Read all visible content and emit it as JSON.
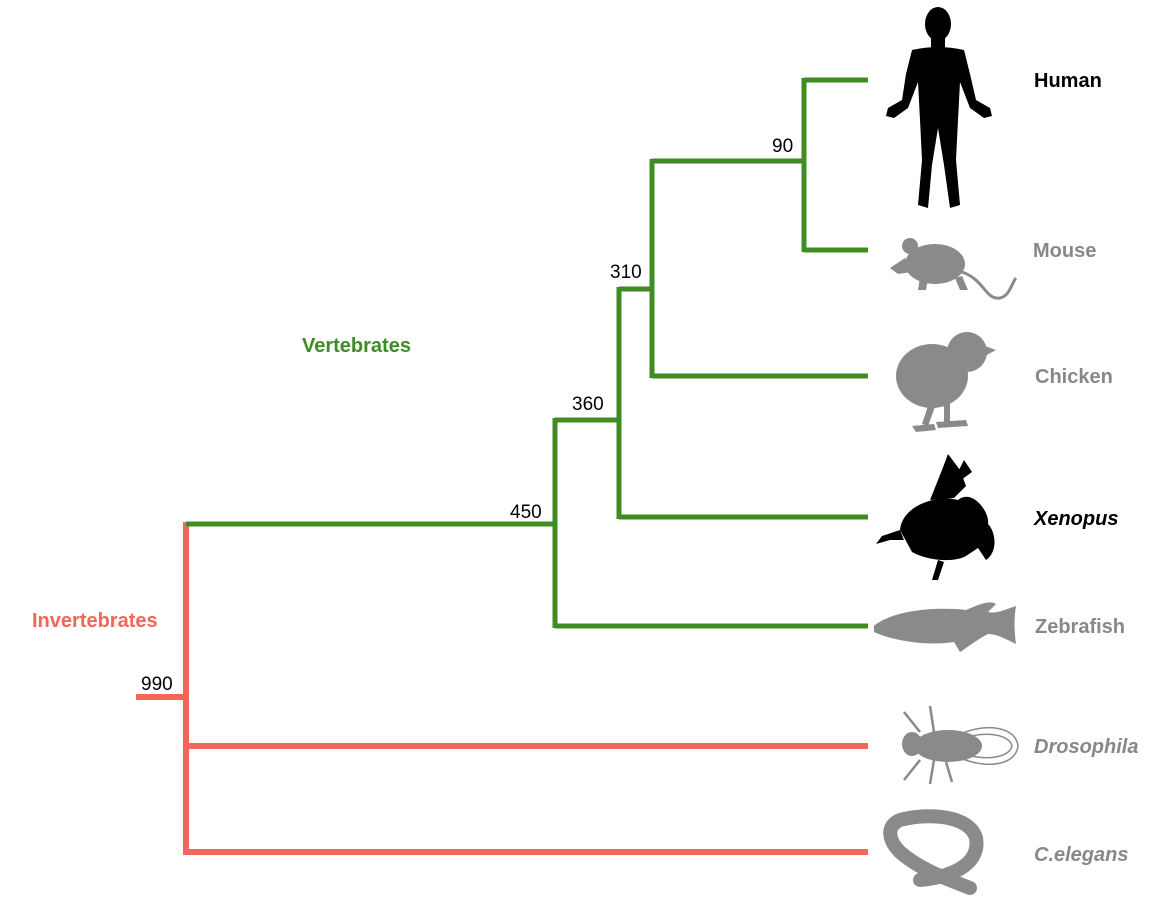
{
  "colors": {
    "vertebrate": "#3f8c23",
    "invertebrate": "#f4655a",
    "highlight": "#000000",
    "muted": "#888888"
  },
  "groups": {
    "vertebrates": "Vertebrates",
    "invertebrates": "Invertebrates"
  },
  "nodes": {
    "root": "990",
    "vertebrates": "450",
    "tetrapods": "360",
    "amniotes": "310",
    "mammals": "90"
  },
  "species": [
    {
      "id": "human",
      "name": "Human",
      "icon": "human-silhouette-icon",
      "highlighted": true,
      "italic": false
    },
    {
      "id": "mouse",
      "name": "Mouse",
      "icon": "mouse-silhouette-icon",
      "highlighted": false,
      "italic": false
    },
    {
      "id": "chicken",
      "name": "Chicken",
      "icon": "chick-silhouette-icon",
      "highlighted": false,
      "italic": false
    },
    {
      "id": "xenopus",
      "name": "Xenopus",
      "icon": "frog-silhouette-icon",
      "highlighted": true,
      "italic": true
    },
    {
      "id": "zebrafish",
      "name": "Zebrafish",
      "icon": "fish-silhouette-icon",
      "highlighted": false,
      "italic": false
    },
    {
      "id": "drosophila",
      "name": "Drosophila",
      "icon": "fly-silhouette-icon",
      "highlighted": false,
      "italic": true
    },
    {
      "id": "celegans",
      "name": "C.elegans",
      "icon": "worm-silhouette-icon",
      "highlighted": false,
      "italic": true
    }
  ]
}
